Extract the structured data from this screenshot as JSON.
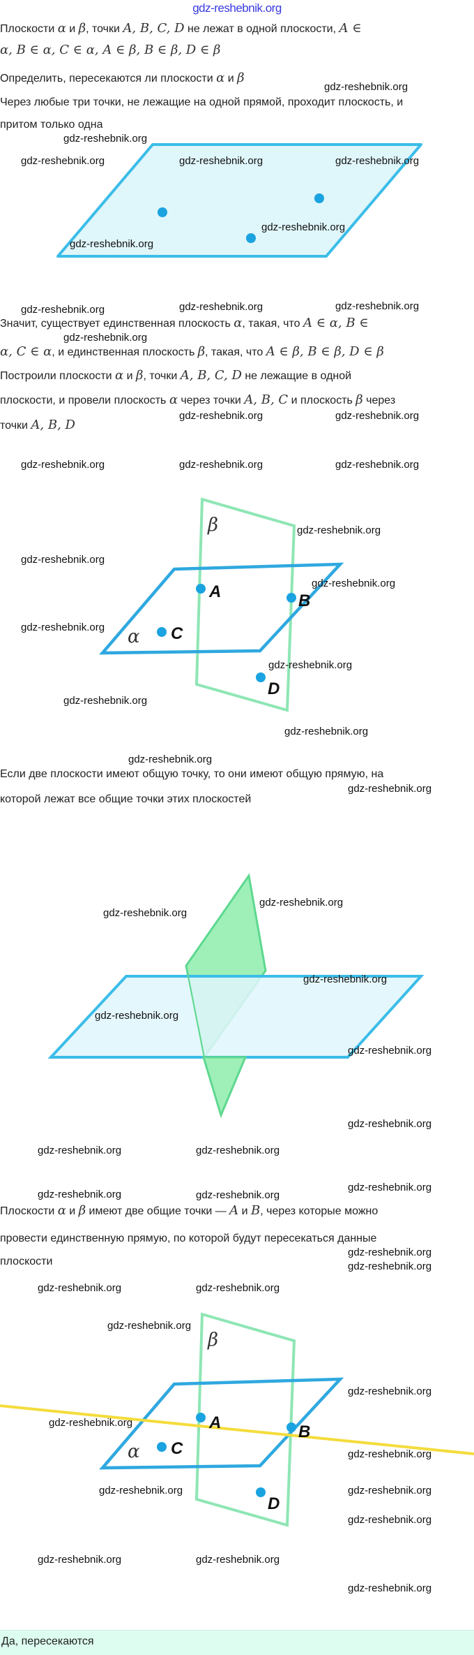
{
  "logo": "gdz-reshebnik.org",
  "watermark": "gdz-reshebnik.org",
  "lines": [
    [
      {
        "t": "Плоскости "
      },
      {
        "t": "α",
        "m": 1
      },
      {
        "t": " и "
      },
      {
        "t": "β",
        "m": 1
      },
      {
        "t": ", точки "
      },
      {
        "t": "A,  B,  C,  D",
        "m": 1
      },
      {
        "t": " не лежат в одной плоскости, "
      },
      {
        "t": "A ∈",
        "m": 1
      }
    ],
    [
      {
        "t": "α,  B ∈ α,  C ∈ α, A ∈ β,  B ∈ β,  D ∈ β",
        "m": 1
      }
    ],
    [
      {
        "t": "Определить, пересекаются ли плоскости "
      },
      {
        "t": "α",
        "m": 1
      },
      {
        "t": " и "
      },
      {
        "t": "β",
        "m": 1
      }
    ],
    [
      {
        "t": "Через любые три точки, не лежащие на одной прямой, проходит плоскость, и"
      }
    ],
    [
      {
        "t": "притом только одна"
      }
    ],
    [
      {
        "t": "Значит, существует единственная плоскость "
      },
      {
        "t": "α",
        "m": 1
      },
      {
        "t": ", такая, что "
      },
      {
        "t": "A ∈ α,  B ∈",
        "m": 1
      }
    ],
    [
      {
        "t": "α,  C ∈ α",
        "m": 1
      },
      {
        "t": ", и единственная плоскость "
      },
      {
        "t": "β",
        "m": 1
      },
      {
        "t": ", такая, что "
      },
      {
        "t": "A ∈ β,  B ∈ β,  D ∈ β",
        "m": 1
      }
    ],
    [
      {
        "t": "Построили плоскости "
      },
      {
        "t": "α",
        "m": 1
      },
      {
        "t": " и "
      },
      {
        "t": "β",
        "m": 1
      },
      {
        "t": ", точки "
      },
      {
        "t": "A,  B,  C,  D",
        "m": 1
      },
      {
        "t": " не лежащие в одной"
      }
    ],
    [
      {
        "t": "плоскости, и провели плоскость "
      },
      {
        "t": "α",
        "m": 1
      },
      {
        "t": " через точки "
      },
      {
        "t": "A,  B,  C",
        "m": 1
      },
      {
        "t": " и плоскость "
      },
      {
        "t": "β",
        "m": 1
      },
      {
        "t": " через"
      }
    ],
    [
      {
        "t": "точки "
      },
      {
        "t": "A,  B,  D",
        "m": 1
      }
    ],
    [
      {
        "t": "Если две плоскости имеют общую точку, то они имеют общую прямую, на"
      }
    ],
    [
      {
        "t": "которой лежат все общие точки этих плоскостей"
      }
    ],
    [
      {
        "t": "Плоскости "
      },
      {
        "t": "α",
        "m": 1
      },
      {
        "t": " и "
      },
      {
        "t": "β",
        "m": 1
      },
      {
        "t": " имеют две общие точки — "
      },
      {
        "t": "A",
        "m": 1
      },
      {
        "t": " и "
      },
      {
        "t": "B",
        "m": 1
      },
      {
        "t": ", через которые можно"
      }
    ],
    [
      {
        "t": "провести единственную прямую, по которой будут пересекаться данные"
      }
    ],
    [
      {
        "t": "плоскости"
      }
    ]
  ],
  "figures": {
    "points": [
      "A",
      "B",
      "C",
      "D"
    ],
    "alpha": "α",
    "beta": "β"
  },
  "answer": "Да, пересекаются",
  "colors": {
    "plane_blue": "#3bbde8",
    "plane_fill": "#dff6fb",
    "plane_green": "#7ee0a8",
    "green_fill": "#9ef0b8",
    "line_yellow": "#f4dc3c",
    "answer_bg": "#dcfdef"
  }
}
